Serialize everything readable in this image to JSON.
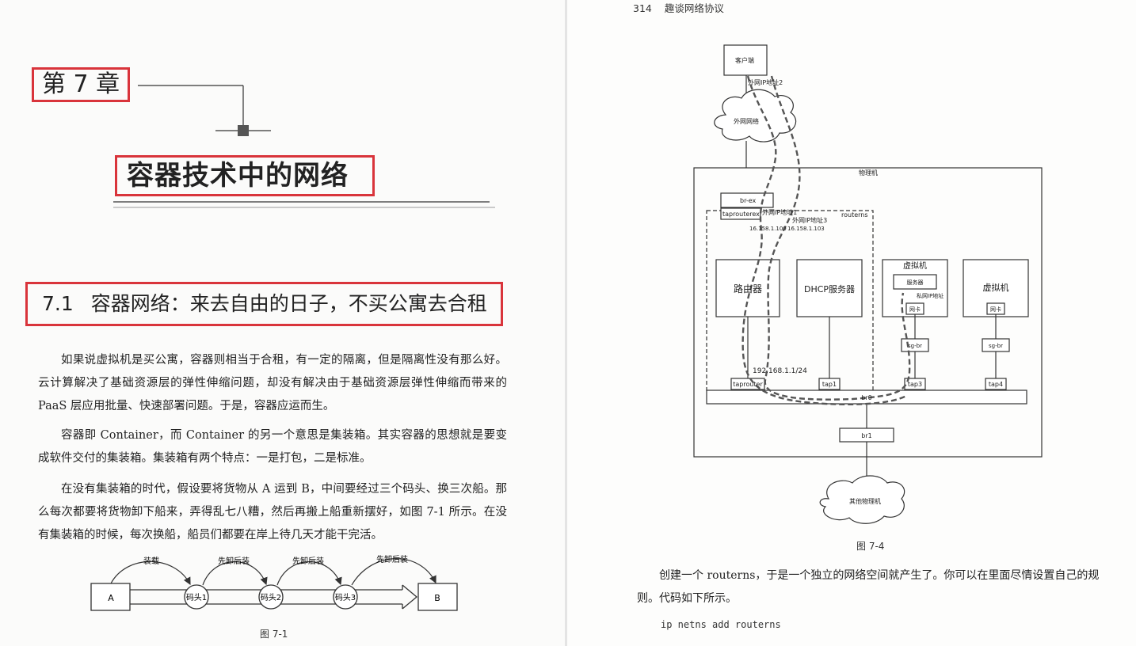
{
  "left": {
    "chapter_number": "第 7 章",
    "chapter_title": "容器技术中的网络",
    "section_number": "7.1",
    "section_title": "容器网络：来去自由的日子，不买公寓去合租",
    "paragraphs": [
      "如果说虚拟机是买公寓，容器则相当于合租，有一定的隔离，但是隔离性没有那么好。云计算解决了基础资源层的弹性伸缩问题，却没有解决由于基础资源层弹性伸缩而带来的 PaaS 层应用批量、快速部署问题。于是，容器应运而生。",
      "容器即 Container，而 Container 的另一个意思是集装箱。其实容器的思想就是要变成软件交付的集装箱。集装箱有两个特点：一是打包，二是标准。",
      "在没有集装箱的时代，假设要将货物从 A 运到 B，中间要经过三个码头、换三次船。那么每次都要将货物卸下船来，弄得乱七八糟，然后再搬上船重新摆好，如图 7-1 所示。在没有集装箱的时候，每次换船，船员们都要在岸上待几天才能干完活。"
    ],
    "figure": {
      "endpoints": [
        "A",
        "B"
      ],
      "docks": [
        "码头1",
        "码头2",
        "码头3"
      ],
      "arcs": [
        "装载",
        "先卸后装",
        "先卸后装",
        "先卸后装"
      ],
      "caption": "图 7-1"
    }
  },
  "right": {
    "page_number": "314",
    "book_title": "趣谈网络协议",
    "figure": {
      "client": "客户端",
      "external_ip_2": "外网IP地址2",
      "external_network": "外网网络",
      "physical_machine": "物理机",
      "br_ex": "br-ex",
      "taprouterex": "taprouterex",
      "external_ip_1": "外网IP地址1",
      "external_ip_3": "外网IP地址3",
      "ip_1": "16.158.1.100",
      "ip_3": "16.158.1.103",
      "routerns": "routerns",
      "router": "路由器",
      "dhcp": "DHCP服务器",
      "vm_1": "虚拟机",
      "server": "服务器",
      "private_ip": "私网IP地址",
      "nic_1": "网卡",
      "vm_2": "虚拟机",
      "nic_2": "网卡",
      "sgbr_1": "sg-br",
      "sgbr_2": "sg-br",
      "gateway_ip": "192.168.1.1/24",
      "taprouter": "taprouter",
      "tap1": "tap1",
      "tap3": "tap3",
      "tap4": "tap4",
      "br0": "br0",
      "br1": "br1",
      "other_machines": "其他物理机",
      "caption": "图 7-4"
    },
    "paragraph": "创建一个 routerns，于是一个独立的网络空间就产生了。你可以在里面尽情设置自己的规则。代码如下所示。",
    "code": "ip netns add routerns"
  }
}
